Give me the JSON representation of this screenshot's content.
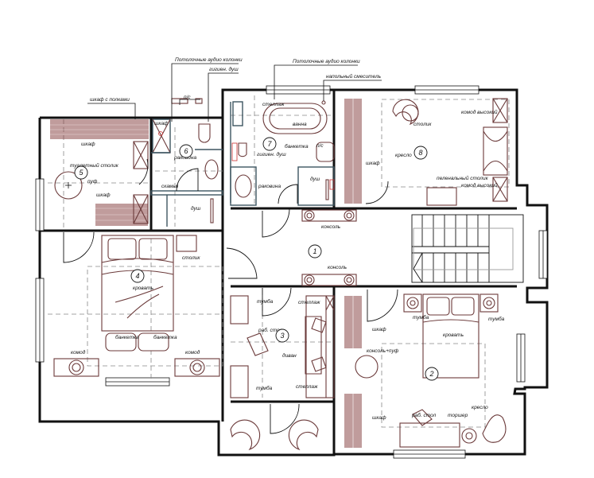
{
  "plan": {
    "callouts_top": {
      "ceiling_speakers_1": "Потолочные аудио колонки",
      "hygienic_shower_6": "гигиен. душ",
      "ceiling_speakers_2": "Потолочные аудио колонки",
      "floor_mixer": "напольный смеситель",
      "shaft": "п/с",
      "wardrobe_shelves": "шкаф с полками"
    },
    "rooms": [
      {
        "number": "1",
        "labels": {
          "console_top": "консоль",
          "console_bottom": "консоль"
        }
      },
      {
        "number": "2",
        "labels": {
          "wardrobe_top": "шкаф",
          "console_pouf": "консоль+пуф",
          "bed": "кровать",
          "nightstand_left": "тумба",
          "nightstand_right": "тумба",
          "armchair": "кресло",
          "desk": "раб. стол",
          "floor_lamp": "торшер",
          "wardrobe_bottom": "шкаф"
        }
      },
      {
        "number": "3",
        "labels": {
          "nightstand_top": "тумба",
          "rack_top": "стеллаж",
          "desk": "раб. стол",
          "sofa": "диван",
          "nightstand_bottom": "тумба",
          "rack_bottom": "стеллаж"
        }
      },
      {
        "number": "4",
        "labels": {
          "bed": "кровать",
          "side_table": "столик",
          "bench_left": "банкетка",
          "bench_right": "банкетка",
          "dresser_left": "комод",
          "dresser_right": "комод"
        }
      },
      {
        "number": "5",
        "labels": {
          "wardrobe_top": "шкаф",
          "dressing_table": "туалетный столик",
          "pouf": "пуф",
          "wardrobe_bottom": "шкаф"
        }
      },
      {
        "number": "6",
        "labels": {
          "cabinet": "шкаф",
          "sink": "раковина",
          "bench": "скамья",
          "shower": "душ"
        }
      },
      {
        "number": "7",
        "labels": {
          "rack": "стеллаж",
          "bathtub": "ванна",
          "vanity": "банкетка",
          "shaft": "п/с",
          "hygienic_shower": "гигиен. душ",
          "sink": "раковина",
          "shower": "душ"
        }
      },
      {
        "number": "8",
        "labels": {
          "armchair": "кресло",
          "side_table": "столик",
          "dresser_high_top": "комод высокий",
          "wardrobe": "шкаф",
          "dressing_table": "пеленальный столик",
          "dresser_high_bottom": "комод высокий"
        }
      }
    ]
  }
}
